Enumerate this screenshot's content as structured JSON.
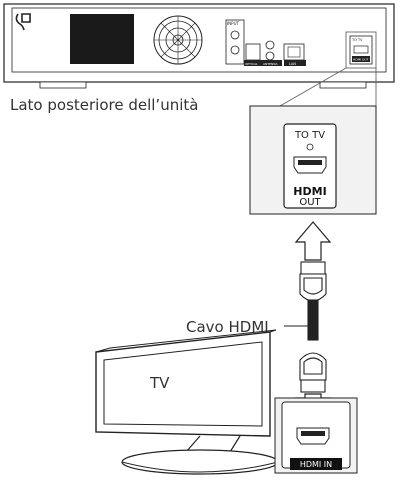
{
  "labels": {
    "unit_rear": "Lato posteriore dell’unità",
    "cable": "Cavo HDMI",
    "tv": "TV"
  },
  "unit_port_panel": {
    "to_tv": "TO TV",
    "hdmi": "HDMI",
    "out": "OUT"
  },
  "tv_port_panel": {
    "hdmi_in": "HDMI IN"
  },
  "unit_small_labels": {
    "input": "INPUT",
    "optical": "OPTICAL",
    "antenna": "ANTENNA",
    "lan": "LAN",
    "to_tv": "TO TV",
    "hdmi_out": "HDMI OUT"
  },
  "colors": {
    "line": "#222222",
    "panel_fill": "#f2f2f2",
    "display_black": "#1a1a1a",
    "badge_black": "#111111"
  }
}
